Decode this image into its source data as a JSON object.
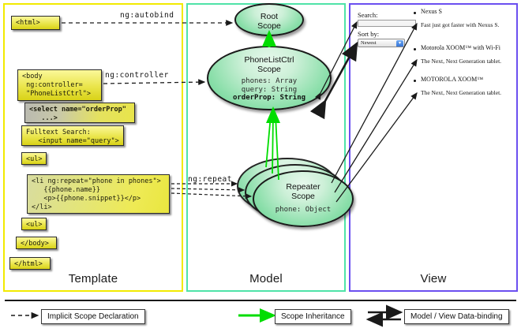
{
  "diagram": {
    "title": "AngularJS Scope Diagram",
    "columns": [
      {
        "name": "template",
        "label": "Template",
        "border_color": "#f2ea00"
      },
      {
        "name": "model",
        "label": "Model",
        "border_color": "#4fe3a8"
      },
      {
        "name": "view",
        "label": "View",
        "border_color": "#6b4ff0"
      }
    ]
  },
  "template": {
    "blocks": [
      {
        "id": "html-open",
        "text": "<html>"
      },
      {
        "id": "body-open",
        "text": "<body\n ng:controller=\n \"PhoneListCtrl\">"
      },
      {
        "id": "select-tag",
        "text": "<select name=\"orderProp\"\n   ...>"
      },
      {
        "id": "fulltext",
        "text": "Fulltext Search:\n   <input name=\"query\">"
      },
      {
        "id": "ul-open",
        "text": "<ul>"
      },
      {
        "id": "li-repeat",
        "text": "<li ng:repeat=\"phone in phones\">\n   {{phone.name}}\n   <p>{{phone.snippet}}</p>\n</li>"
      },
      {
        "id": "ul-close",
        "text": "<ul>"
      },
      {
        "id": "body-close",
        "text": "</body>"
      },
      {
        "id": "html-close",
        "text": "</html>"
      }
    ]
  },
  "model": {
    "scopes": [
      {
        "id": "root-scope",
        "title_line1": "Root",
        "title_line2": "Scope",
        "properties": []
      },
      {
        "id": "phonelistctrl-scope",
        "title_line1": "PhoneListCtrl",
        "title_line2": "Scope",
        "properties": [
          {
            "text": "phones: Array",
            "bold": false
          },
          {
            "text": "query: String",
            "bold": false
          },
          {
            "text": "orderProp: String",
            "bold": true
          }
        ]
      },
      {
        "id": "repeater-scope",
        "title_line1": "Repeater",
        "title_line2": "Scope",
        "properties": [
          {
            "text": "phone: Object",
            "bold": false
          }
        ]
      }
    ]
  },
  "edges": {
    "autobind": "ng:autobind",
    "controller": "ng:controller",
    "repeat": "ng:repeat"
  },
  "view": {
    "search_label": "Search:",
    "search_value": "",
    "search_placeholder": "",
    "sort_label": "Sort by:",
    "sort_selected": "Newest",
    "sort_options": [
      "Newest"
    ],
    "phones": [
      {
        "name": "Nexus S",
        "snippet": "Fast just got faster with Nexus S."
      },
      {
        "name": "Motorola XOOM™  with Wi-Fi",
        "snippet": "The Next, Next Generation tablet."
      },
      {
        "name": "MOTOROLA XOOM™",
        "snippet": "The Next, Next Generation tablet."
      }
    ]
  },
  "legend": {
    "items": [
      {
        "id": "implicit",
        "label": "Implicit Scope Declaration",
        "style": "dashed-arrow",
        "color": "#1a1a1a"
      },
      {
        "id": "inheritance",
        "label": "Scope Inheritance",
        "style": "solid-arrow",
        "color": "#00dd00"
      },
      {
        "id": "databinding",
        "label": "Model / View Data-binding",
        "style": "double-arrow",
        "color": "#1a1a1a"
      }
    ]
  },
  "colors": {
    "inheritance_green": "#00dd00",
    "template_border": "#f2ea00",
    "model_border": "#4fe3a8",
    "view_border": "#6b4ff0",
    "code_yellow": "#eae54b",
    "scope_green": "#8fe0ad"
  }
}
